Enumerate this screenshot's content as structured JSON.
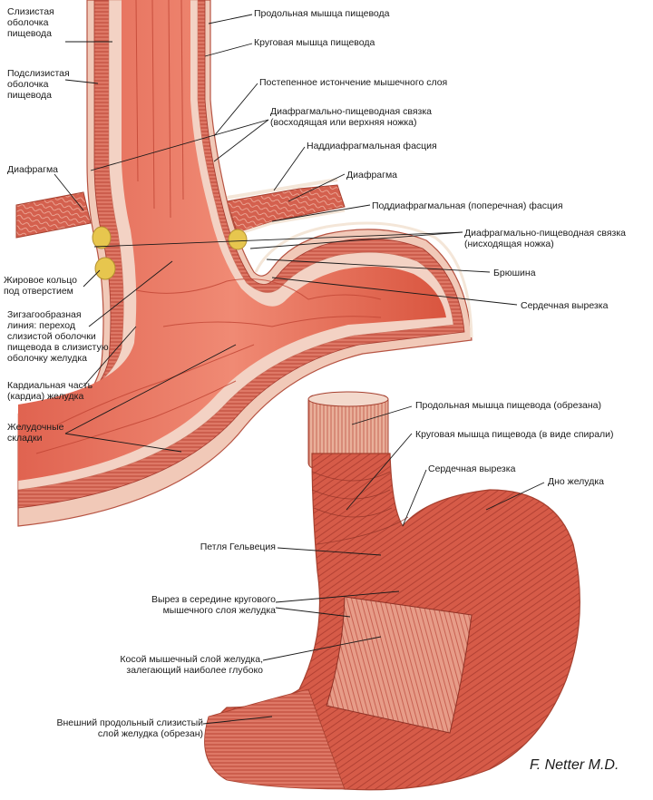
{
  "labels_top": {
    "mucosa": [
      "Слизистая",
      "оболочка",
      "пищевода"
    ],
    "submucosa": [
      "Подслизистая",
      "оболочка",
      "пищевода"
    ],
    "diaphragm_left": [
      "Диафрагма"
    ],
    "fat_ring": [
      "Жировое кольцо",
      "под отверстием"
    ],
    "zigzag_line": [
      "Зигзагообразная",
      "линия: переход",
      "слизистой оболочки",
      "пищевода в слизистую",
      "оболочку желудка"
    ],
    "cardia": [
      "Кардиальная часть",
      "(кардиа) желудка"
    ],
    "gastric_folds": [
      "Желудочные",
      "складки"
    ],
    "longitudinal_muscle": [
      "Продольная мышца пищевода"
    ],
    "circular_muscle": [
      "Круговая мышца пищевода"
    ],
    "muscle_thinning": [
      "Постепенное истончение мышечного слоя"
    ],
    "phrenoesophageal_upper": [
      "Диафрагмально-пищеводная связка",
      "(восходящая или верхняя ножка)"
    ],
    "supradiaphragmatic_fascia": [
      "Наддиафрагмальная фасция"
    ],
    "diaphragm_right": [
      "Диафрагма"
    ],
    "subdiaphragmatic_fascia": [
      "Поддиафрагмальная (поперечная) фасция"
    ],
    "phrenoesophageal_lower": [
      "Диафрагмально-пищеводная связка",
      "(нисходящая ножка)"
    ],
    "peritoneum": [
      "Брюшина"
    ],
    "cardiac_notch_top": [
      "Сердечная вырезка"
    ]
  },
  "labels_bottom": {
    "longitudinal_cut": [
      "Продольная мышца пищевода (обрезана)"
    ],
    "circular_spiral": [
      "Круговая мышца пищевода (в виде спирали)"
    ],
    "cardiac_notch": [
      "Сердечная вырезка"
    ],
    "fundus": [
      "Дно желудка"
    ],
    "helvetius_loop": [
      "Петля Гельвеция"
    ],
    "circular_cutout": [
      "Вырез в середине кругового",
      "мышечного слоя желудка"
    ],
    "oblique_layer": [
      "Косой мышечный слой желудка,",
      "залегающий наиболее глубоко"
    ],
    "outer_longitudinal": [
      "Внешний продольный слизистый",
      "слой желудка (обрезан)"
    ]
  },
  "signature": "F. Netter M.D.",
  "colors": {
    "muscle": "#d9604f",
    "muscle_dark": "#b53c30",
    "mucosa": "#e8735f",
    "pale": "#f3d2c4",
    "fat": "#e7c64e",
    "fascia": "#f4e6d8"
  }
}
